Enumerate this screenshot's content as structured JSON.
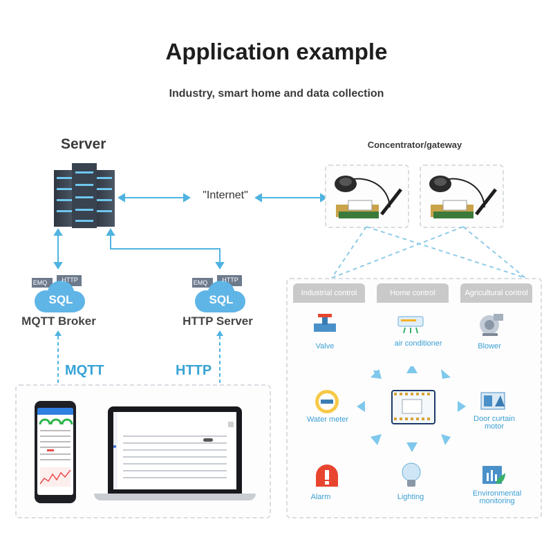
{
  "title": "Application example",
  "subtitle": "Industry, smart home and data collection",
  "server_label": "Server",
  "gateway_label": "Concentrator/gateway",
  "internet_label": "\"Internet\"",
  "mqtt_broker_label": "MQTT Broker",
  "http_server_label": "HTTP Server",
  "mqtt_label": "MQTT",
  "http_label": "HTTP",
  "cloud_tags": {
    "emq": "EMQ",
    "http": "HTTP",
    "sql": "SQL"
  },
  "tabs": [
    {
      "label": "Industrial control"
    },
    {
      "label": "Home control"
    },
    {
      "label": "Agricultural control"
    }
  ],
  "devices": {
    "valve": "Valve",
    "air_conditioner": "air conditioner",
    "blower": "Blower",
    "water_meter": "Water meter",
    "door_curtain_motor": "Door curtain motor",
    "alarm": "Alarm",
    "lighting": "Lighting",
    "environmental_monitoring": "Environmental monitoring"
  },
  "colors": {
    "accent": "#36a3d6",
    "tab_gray": "#c9c9c9",
    "alarm_red": "#e8452e",
    "arrow_blue": "#4fb3e0"
  }
}
